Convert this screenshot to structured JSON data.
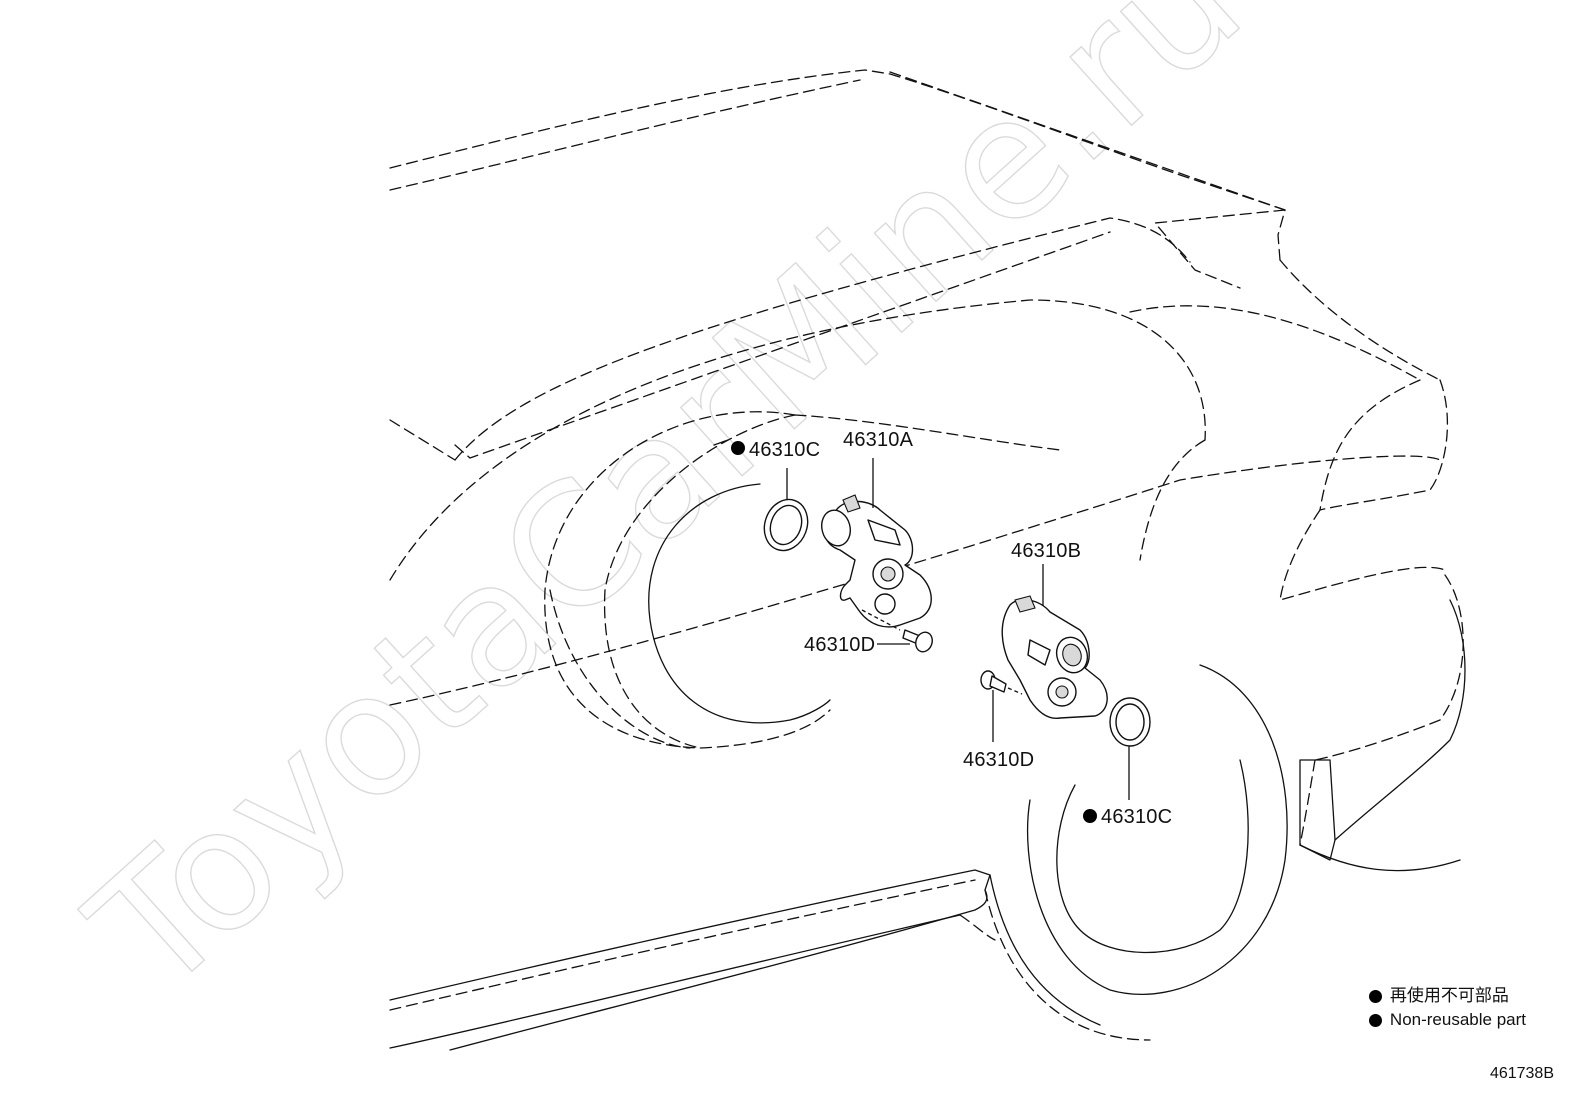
{
  "watermark": "ToyotaCarMine.ru",
  "callouts": {
    "seal_upper": "46310C",
    "actuator_a": "46310A",
    "actuator_b": "46310B",
    "bolt_upper": "46310D",
    "bolt_lower": "46310D",
    "seal_lower": "46310C"
  },
  "legend": {
    "japanese": "再使用不可部品",
    "english": "Non-reusable part"
  },
  "illustration_code": "461738B"
}
